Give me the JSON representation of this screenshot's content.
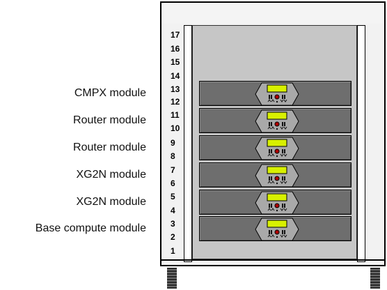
{
  "labels": [
    "CMPX module",
    "Router module",
    "Router module",
    "XG2N module",
    "XG2N module",
    "Base compute module"
  ],
  "unit_numbers": [
    "17",
    "16",
    "15",
    "14",
    "13",
    "12",
    "11",
    "10",
    "9",
    "8",
    "7",
    "6",
    "5",
    "4",
    "3",
    "2",
    "1"
  ],
  "colors": {
    "module_body": "#6e6e6e",
    "display": "#d8f000",
    "bay": "#c6c6c6",
    "cabinet": "#f2f2f2"
  },
  "icons": {
    "module_panel": "hexagonal-front-panel-with-lcd-icon"
  }
}
